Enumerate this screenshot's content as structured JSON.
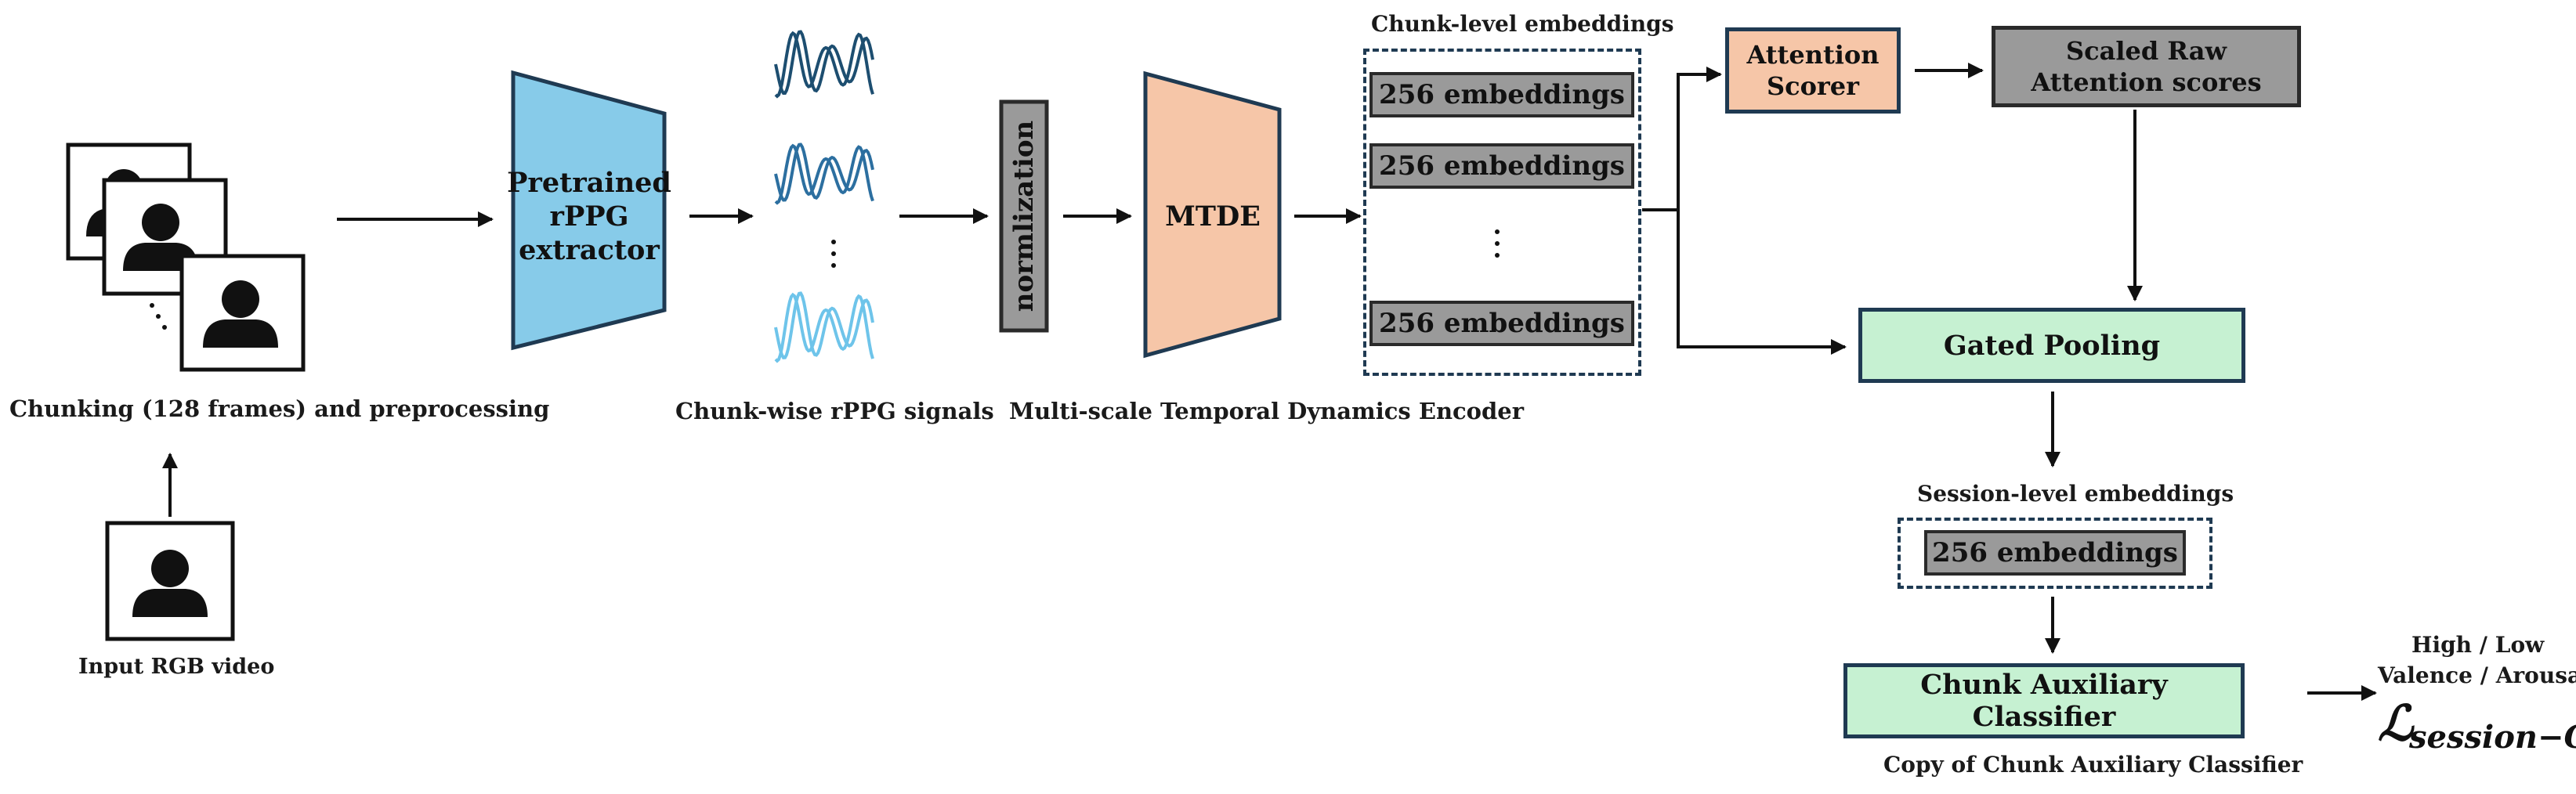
{
  "left": {
    "chunking_caption": "Chunking (128 frames) and preprocessing",
    "input_caption": "Input RGB video"
  },
  "extractor": {
    "label_line1": "Pretrained",
    "label_line2": "rPPG",
    "label_line3": "extractor",
    "color": "#87cbe9"
  },
  "signals": {
    "caption": "Chunk-wise rPPG signals",
    "colors": [
      "#1d4e70",
      "#2c6fa0",
      "#6ec4ea"
    ]
  },
  "normalization": {
    "label": "normlization",
    "color": "#9a9a9a"
  },
  "mtde": {
    "label": "MTDE",
    "caption": "Multi-scale Temporal Dynamics Encoder",
    "color": "#f6c6a8"
  },
  "chunk_embeddings": {
    "title": "Chunk-level embeddings",
    "items": [
      "256 embeddings",
      "256 embeddings",
      "256 embeddings"
    ]
  },
  "attention_scorer": {
    "label_line1": "Attention",
    "label_line2": "Scorer",
    "color": "#f6c6a8"
  },
  "scaled_scores": {
    "label_line1": "Scaled Raw",
    "label_line2": "Attention scores",
    "color": "#9a9a9a"
  },
  "gated_pooling": {
    "label": "Gated Pooling",
    "color": "#c6f1d2"
  },
  "session_embeddings": {
    "title": "Session-level embeddings",
    "item": "256 embeddings"
  },
  "classifier": {
    "label": "Chunk Auxiliary Classifier",
    "caption": "Copy of Chunk Auxiliary Classifier",
    "color": "#c6f1d2"
  },
  "output": {
    "line1": "High / Low",
    "line2": "Valence / Arousal",
    "loss_symbol": "ℒ",
    "loss_subscript": "session−CE"
  }
}
